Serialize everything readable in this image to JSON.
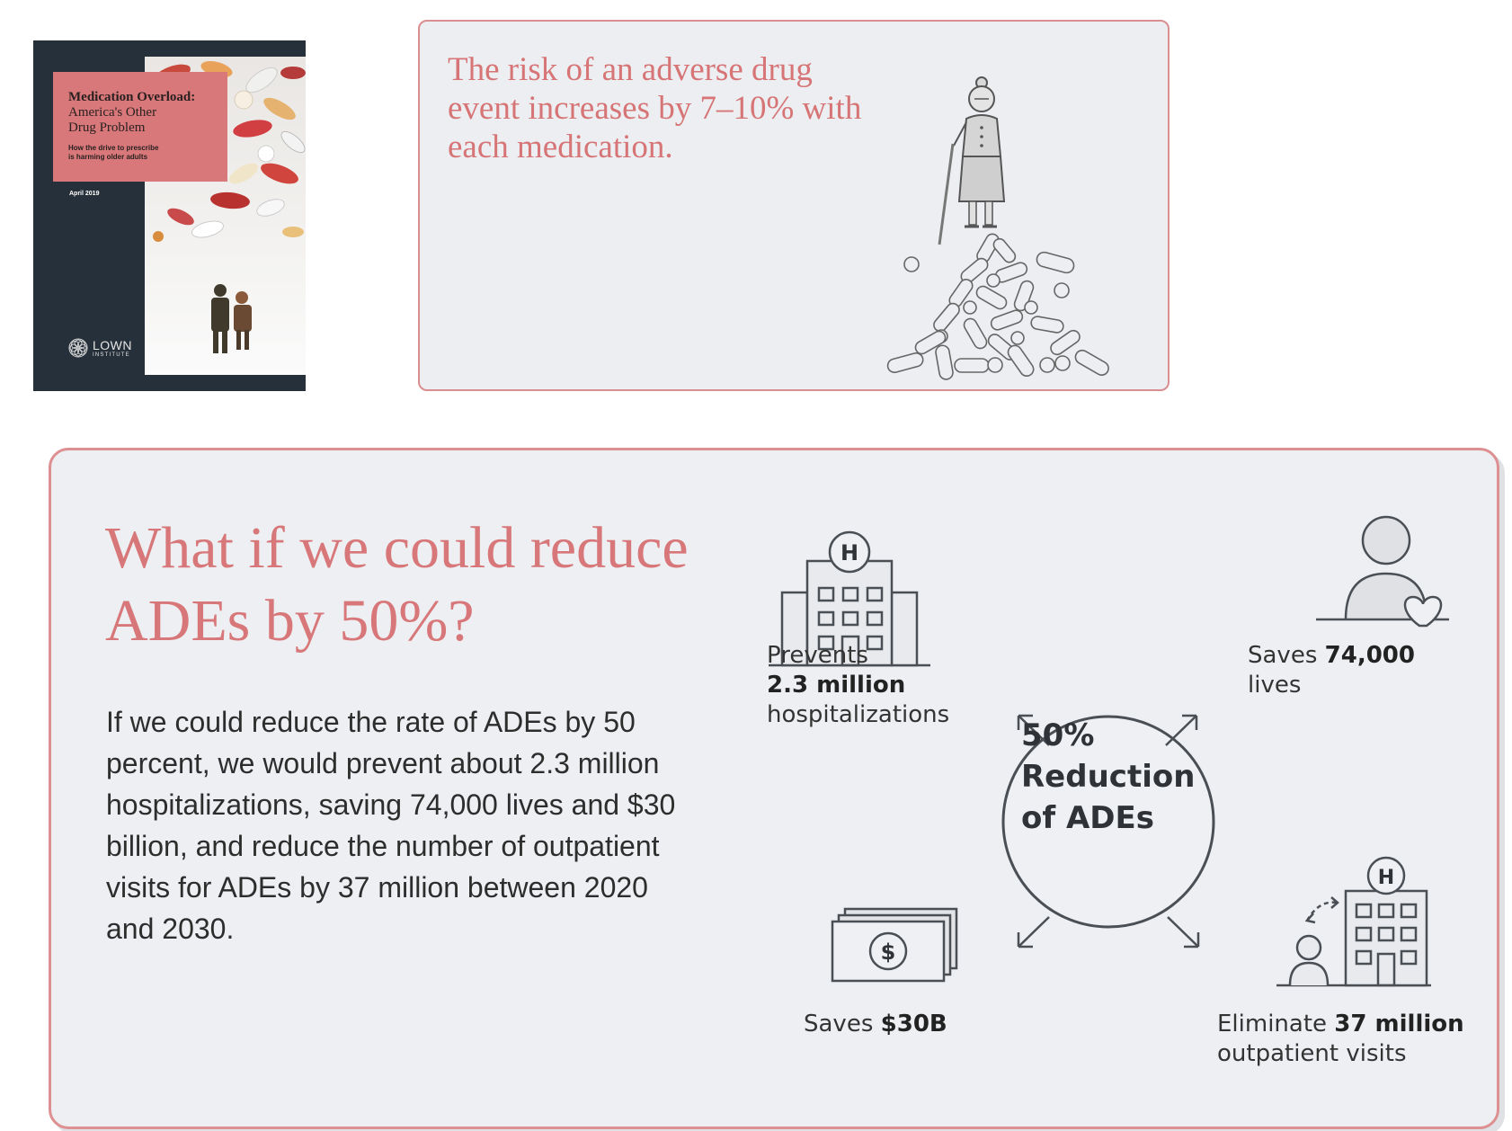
{
  "cover": {
    "title": "Medication Overload:",
    "subtitle": "America's Other\nDrug Problem",
    "tagline": "How the drive to prescribe\nis harming older adults",
    "date": "April 2019",
    "logo_main": "LOWN",
    "logo_sub": "INSTITUTE"
  },
  "risk": {
    "text": "The risk of an adverse drug event increases by 7–10% with each medication."
  },
  "ade": {
    "heading": "What if we could reduce ADEs by 50%?",
    "body": "If we could reduce the rate of ADEs by 50 percent, we would prevent about 2.3 million hospitalizations, saving 74,000 lives and $30 billion, and reduce the number of outpatient visits for ADEs by 37 million between 2020 and 2030.",
    "center": {
      "line1": "50%",
      "line2": "Reduction",
      "line3": "of ADEs"
    },
    "outcomes": {
      "hospitalizations": {
        "prefix": "Prevents",
        "value": "2.3 million",
        "suffix": "hospitalizations"
      },
      "lives": {
        "prefix": "Saves",
        "value": "74,000",
        "suffix": "lives"
      },
      "savings": {
        "prefix": "Saves",
        "value": "$30B"
      },
      "visits": {
        "prefix": "Eliminate",
        "value": "37 million",
        "suffix": "outpatient visits"
      }
    },
    "hospital_letter": "H",
    "dollar_sign": "$"
  },
  "colors": {
    "accent": "#d87779",
    "border": "#dd8f91",
    "card_bg": "#edeff2",
    "cover_bg": "#26303a",
    "cover_box": "#d9787a",
    "text_dark": "#2d2d2d"
  },
  "icons": [
    "hospital-icon",
    "person-heart-icon",
    "cash-icon",
    "patient-hospital-icon",
    "arrow-icon",
    "elderly-woman-icon",
    "pill-pile-icon",
    "lown-logo-icon"
  ]
}
